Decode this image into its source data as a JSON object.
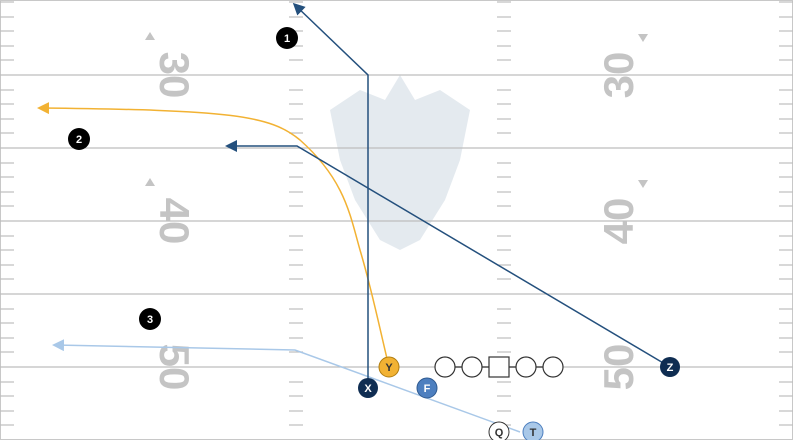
{
  "field": {
    "yard_numbers": [
      {
        "id": "30-left",
        "text": "30"
      },
      {
        "id": "40-left",
        "text": "40"
      },
      {
        "id": "50-left",
        "text": "50"
      },
      {
        "id": "30-right",
        "text": "30"
      },
      {
        "id": "40-right",
        "text": "40"
      },
      {
        "id": "50-right",
        "text": "50"
      }
    ],
    "line_color": "#bdbdbd",
    "watermark": "team-logo-watermark"
  },
  "players": {
    "x": {
      "label": "X",
      "color": "#0f2d52",
      "text_color": "#ffffff"
    },
    "y": {
      "label": "Y",
      "color": "#f2b233",
      "text_color": "#333333"
    },
    "z": {
      "label": "Z",
      "color": "#0f2d52",
      "text_color": "#ffffff"
    },
    "f": {
      "label": "F",
      "color": "#4d7fbf",
      "text_color": "#ffffff"
    },
    "t": {
      "label": "T",
      "color": "#a9c8e8",
      "text_color": "#333333"
    },
    "q": {
      "label": "Q",
      "color": "#ffffff",
      "text_color": "#333333"
    }
  },
  "progression": [
    {
      "label": "1"
    },
    {
      "label": "2"
    },
    {
      "label": "3"
    }
  ],
  "routes": {
    "x_color": "#24507d",
    "z_color": "#24507d",
    "y_color": "#f2b233",
    "t_color": "#a9c8e8"
  },
  "icons": {
    "lineman": "circle-outline",
    "center": "square-outline"
  }
}
